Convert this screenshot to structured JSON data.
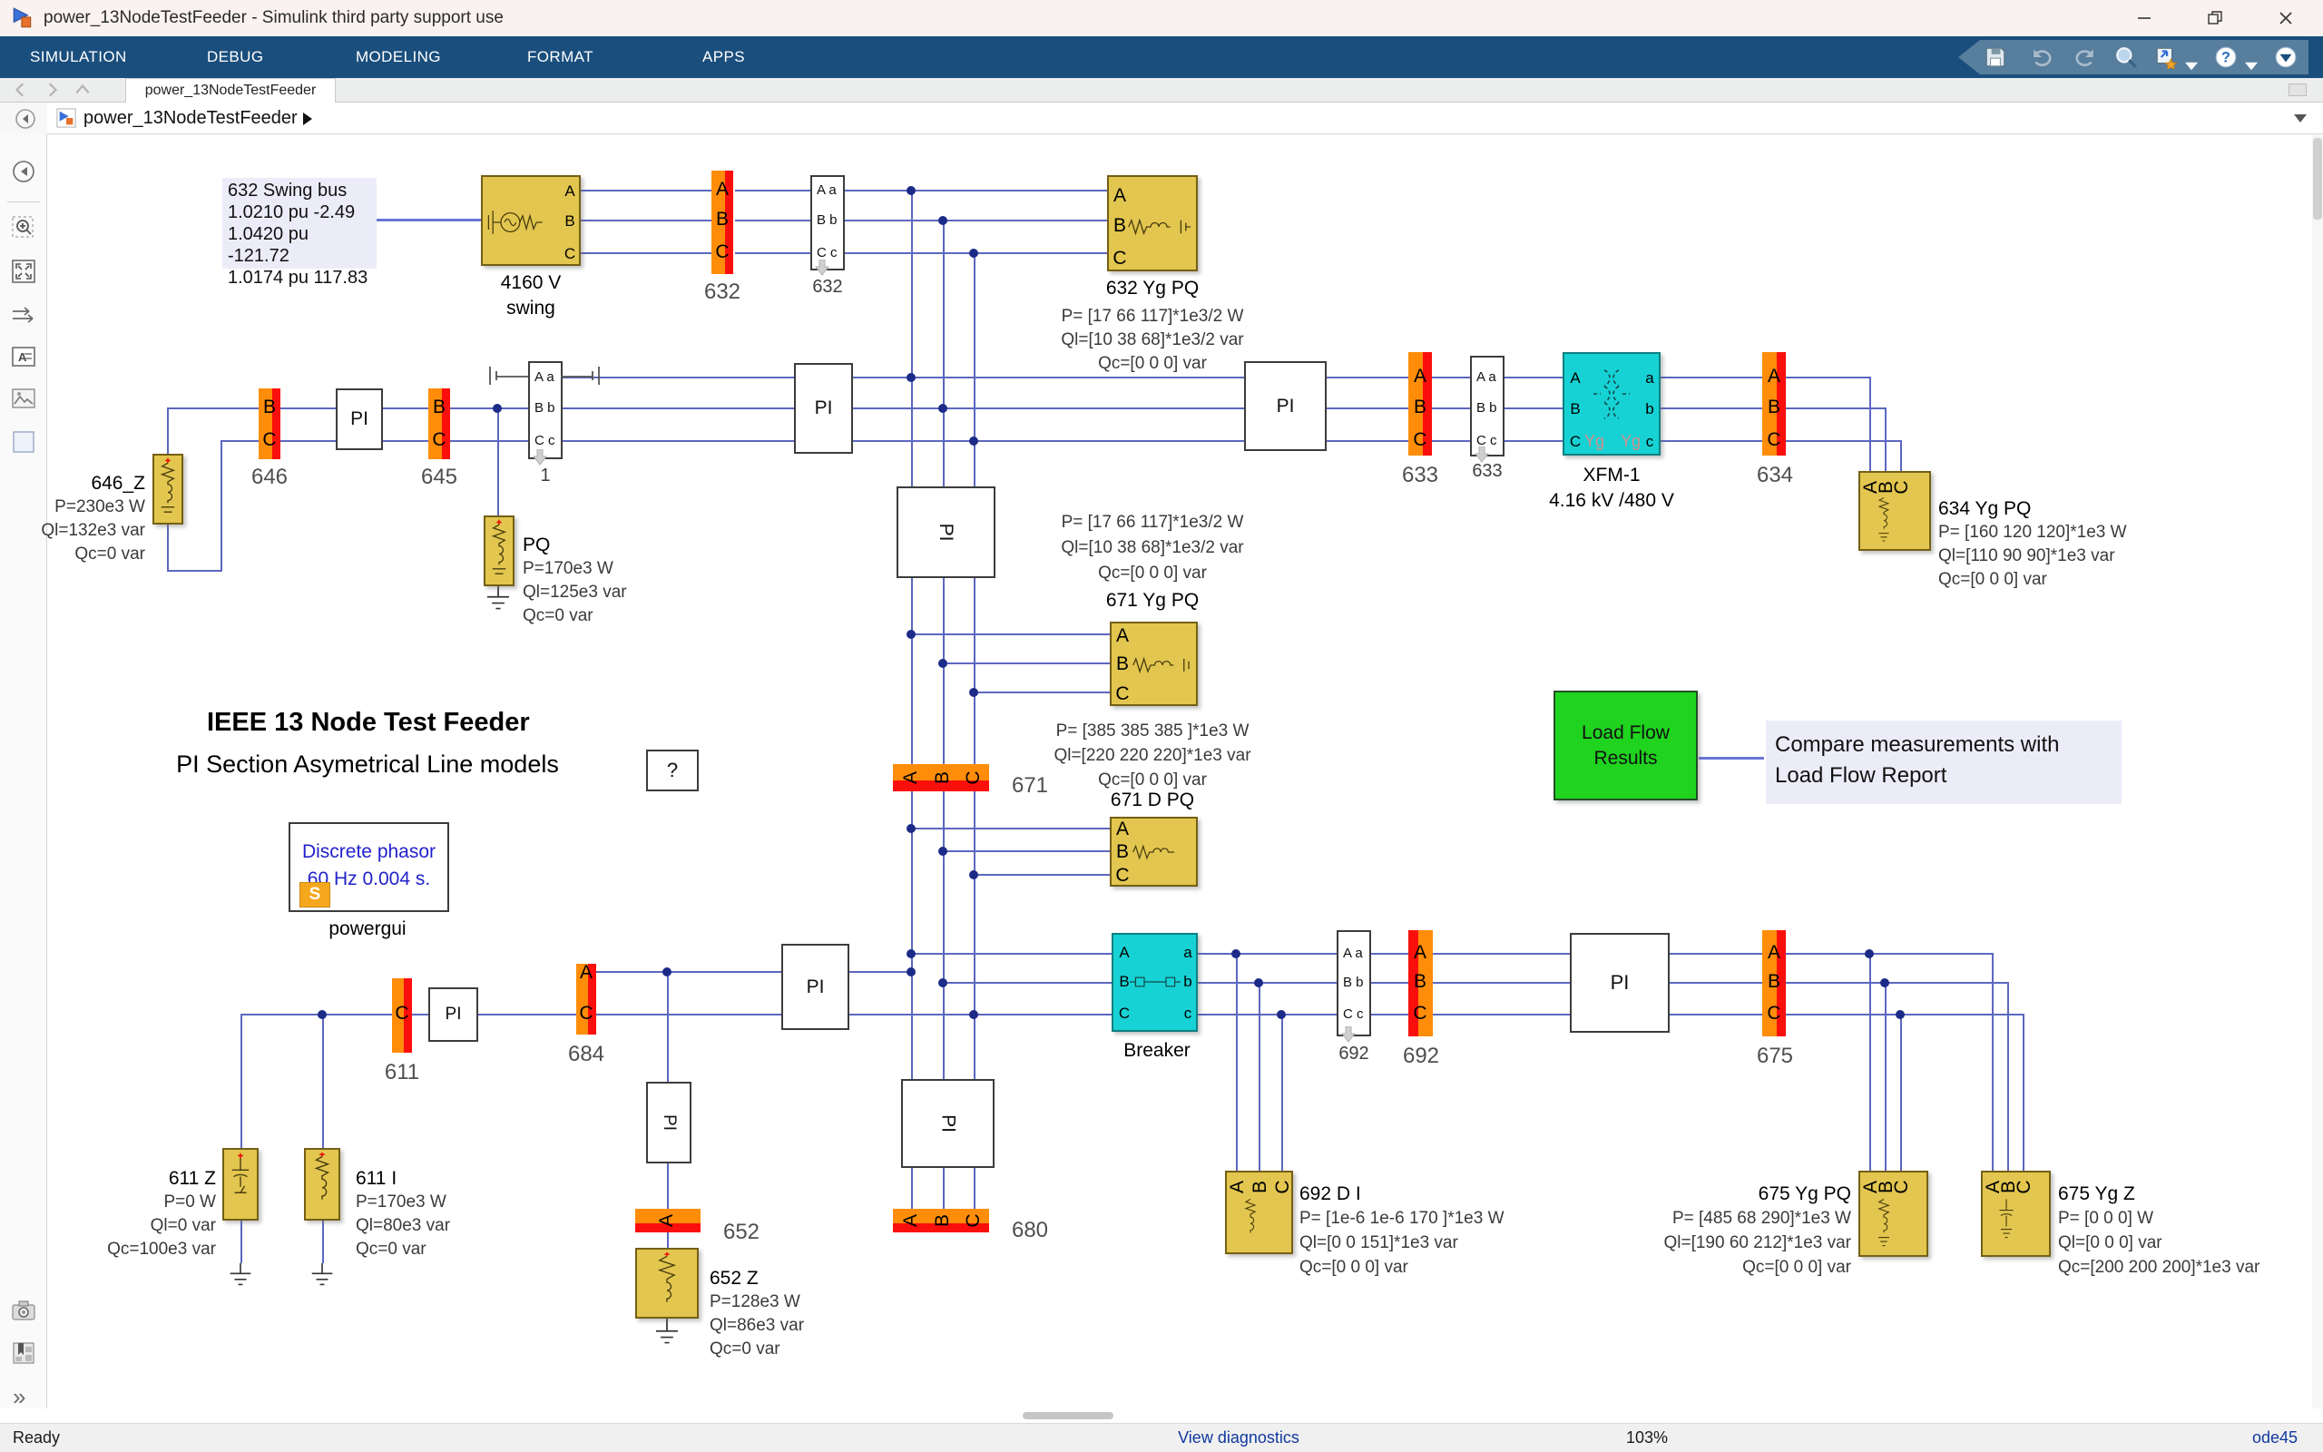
{
  "window": {
    "title": "power_13NodeTestFeeder - Simulink third party support use",
    "doc_tab": "power_13NodeTestFeeder",
    "breadcrumb": "power_13NodeTestFeeder"
  },
  "ribbon": {
    "tabs": [
      "SIMULATION",
      "DEBUG",
      "MODELING",
      "FORMAT",
      "APPS"
    ]
  },
  "statusbar": {
    "ready": "Ready",
    "diagnostics": "View diagnostics",
    "zoom": "103%",
    "solver": "ode45"
  },
  "labels": {
    "pi": "PI",
    "help": "?",
    "expand": "»"
  },
  "ports": {
    "A": "A",
    "B": "B",
    "C": "C",
    "a": "a",
    "b": "b",
    "c": "c"
  },
  "meas_rows": {
    "Aa": "A a",
    "Bb": "B b",
    "Cc": "C c"
  },
  "swing_note": {
    "l1": "632  Swing bus",
    "l2": "1.0210  pu -2.49",
    "l3": "1.0420 pu -121.72",
    "l4": "1.0174  pu 117.83"
  },
  "source": {
    "name1": "4160 V",
    "name2": "swing"
  },
  "buses": {
    "b632": "632",
    "b646": "646",
    "b645": "645",
    "b633": "633",
    "b634": "634",
    "b671": "671",
    "b611": "611",
    "b684": "684",
    "b652": "652",
    "b680": "680",
    "b692": "692",
    "b675": "675",
    "m632": "632",
    "m633": "633",
    "m1": "1",
    "m692": "692"
  },
  "xfm": {
    "name": "XFM-1",
    "rating": "4.16 kV /480 V",
    "yg": "Yg"
  },
  "breaker": {
    "label": "Breaker"
  },
  "powergui": {
    "line1": "Discrete phasor",
    "line2": "60 Hz 0.004 s.",
    "label": "powergui",
    "badge": "S"
  },
  "titles": {
    "main": "IEEE 13 Node Test Feeder",
    "sub": "PI Section Asymetrical Line  models"
  },
  "loadflow": {
    "btn1": "Load Flow",
    "btn2": "Results",
    "note1": "Compare measurements with",
    "note2": "Load Flow Report"
  },
  "loads": {
    "l632": {
      "t": "632 Yg PQ",
      "p": "P= [17 66  117]*1e3/2 W",
      "q": "Ql=[10 38  68]*1e3/2 var",
      "c": "Qc=[0 0 0] var"
    },
    "l646z": {
      "t": "646_Z",
      "p": "P=230e3 W",
      "q": "Ql=132e3 var",
      "c": "Qc=0 var"
    },
    "lpq": {
      "t": "PQ",
      "p": "P=170e3 W",
      "q": "Ql=125e3 var",
      "c": "Qc=0 var"
    },
    "l634": {
      "t": "634 Yg PQ",
      "p": "P= [160 120 120]*1e3 W",
      "q": "Ql=[110 90 90]*1e3 var",
      "c": "Qc=[0 0 0] var"
    },
    "l671yg": {
      "t": "671 Yg PQ",
      "p": "P= [17 66  117]*1e3/2 W",
      "q": "Ql=[10 38  68]*1e3/2 var",
      "c": "Qc=[0 0 0] var"
    },
    "l671d": {
      "t": "671 D PQ",
      "p": "P= [385 385 385 ]*1e3 W",
      "q": "Ql=[220 220 220]*1e3 var",
      "c": "Qc=[0  0  0] var"
    },
    "l611z": {
      "t": "611 Z",
      "p": "P=0 W",
      "q": "Ql=0 var",
      "c": "Qc=100e3 var"
    },
    "l611i": {
      "t": "611 I",
      "p": "P=170e3 W",
      "q": "Ql=80e3 var",
      "c": "Qc=0 var"
    },
    "l652z": {
      "t": "652  Z",
      "p": "P=128e3 W",
      "q": "Ql=86e3 var",
      "c": "Qc=0 var"
    },
    "l692di": {
      "t": "692 D I",
      "p": "P= [1e-6 1e-6 170 ]*1e3 W",
      "q": "Ql=[0 0 151]*1e3 var",
      "c": "Qc=[0  0  0] var"
    },
    "l675pq": {
      "t": "675 Yg PQ",
      "p": "P= [485  68  290]*1e3 W",
      "q": "Ql=[190  60  212]*1e3 var",
      "c": "Qc=[0 0 0] var"
    },
    "l675z": {
      "t": "675 Yg Z",
      "p": "P= [0 0 0] W",
      "q": "Ql=[0 0 0] var",
      "c": "Qc=[200 200 200]*1e3 var"
    }
  }
}
